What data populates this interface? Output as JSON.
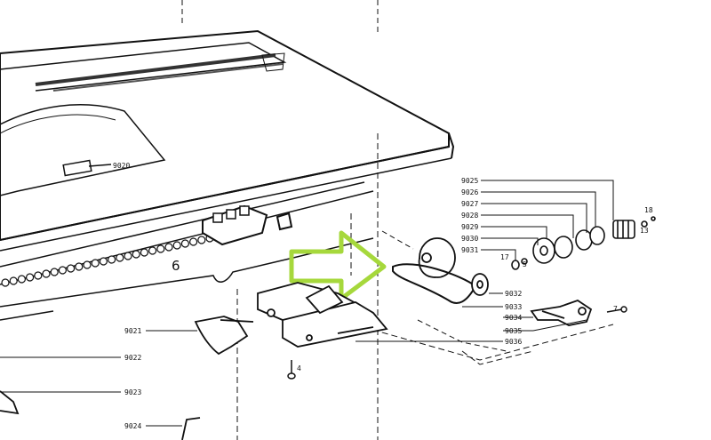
{
  "section_number": "6",
  "colors": {
    "line": "#111111",
    "highlight_arrow": "#a6d83c",
    "paper": "#ffffff"
  },
  "callouts": {
    "p9020": "9020",
    "p9021": "9021",
    "p9022": "9022",
    "p9023": "9023",
    "p9024": "9024",
    "p9025": "9025",
    "p9026": "9026",
    "p9027": "9027",
    "p9028": "9028",
    "p9029": "9029",
    "p9030": "9030",
    "p9031": "9031",
    "p9032": "9032",
    "p9033": "9033",
    "p9034": "9034",
    "p9035": "9035",
    "p9036": "9036"
  },
  "small_numbers": {
    "n2": "2",
    "n4": "4",
    "n5": "5",
    "n7": "7",
    "n13": "13",
    "n17": "17",
    "n18": "18"
  }
}
